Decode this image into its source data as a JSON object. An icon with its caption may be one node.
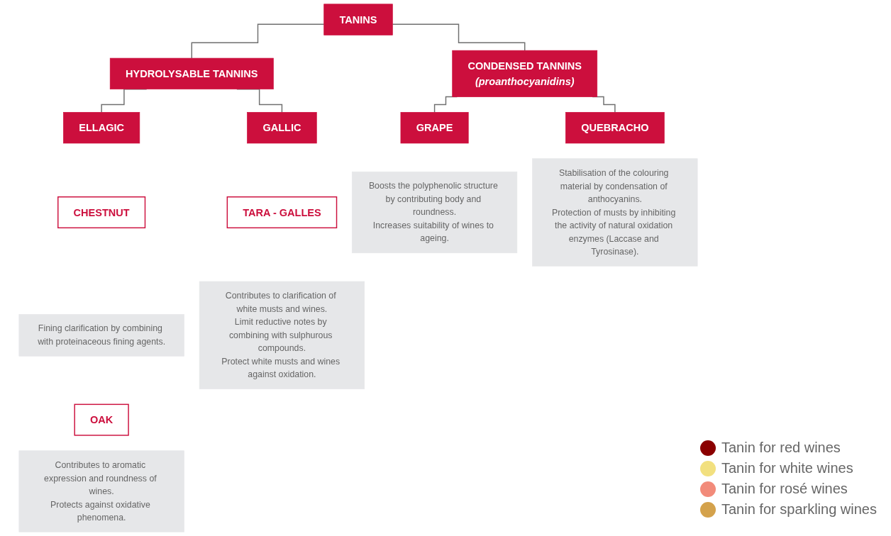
{
  "diagram": {
    "nodes": [
      {
        "text": [
          "TANINS"
        ]
      },
      {
        "text": [
          "HYDROLYSABLE TANNINS"
        ]
      },
      {
        "text": [
          "CONDENSED TANNINS",
          "(proanthocyanidins)"
        ]
      },
      {
        "text": [
          "ELLAGIC"
        ]
      },
      {
        "text": [
          "GALLIC"
        ]
      },
      {
        "text": [
          "GRAPE"
        ]
      },
      {
        "text": [
          "QUEBRACHO"
        ]
      },
      {
        "text": [
          "CHESTNUT"
        ]
      },
      {
        "text": [
          "Fining clarification by combining with proteinaceous fining agents."
        ]
      },
      {
        "text": [
          "OAK"
        ]
      },
      {
        "text": [
          "Contributes to aromatic expression and roundness of wines.",
          "Protects against oxidative phenomena."
        ]
      },
      {
        "text": [
          "TARA - GALLES"
        ]
      },
      {
        "text": [
          "Contributes to clarification of white musts and wines.",
          "Limit reductive notes by combining with sulphurous compounds.",
          "Protect white musts and wines against oxidation."
        ]
      },
      {
        "text": [
          "Boosts the polyphenolic structure by contributing body and roundness.",
          "Increases suitability of wines to ageing."
        ]
      },
      {
        "text": [
          "Stabilisation of the colouring material by condensation of anthocyanins.",
          "Protection of musts by inhibiting the activity of natural oxidation enzymes (Laccase and Tyrosinase)."
        ]
      }
    ],
    "edges": [
      {
        "from": 0,
        "to": 1,
        "arrow": "none"
      },
      {
        "from": 0,
        "to": 2,
        "arrow": "none"
      },
      {
        "from": 1,
        "to": 3,
        "arrow": "none"
      },
      {
        "from": 1,
        "to": 4,
        "arrow": "none"
      },
      {
        "from": 2,
        "to": 5,
        "arrow": "none"
      },
      {
        "from": 2,
        "to": 6,
        "arrow": "none"
      }
    ],
    "legend": [
      {
        "text": "Tanin for red wines",
        "color": "#8b0000"
      },
      {
        "text": "Tanin for white wines",
        "color": "#f2e07f"
      },
      {
        "text": "Tanin for rosé wines",
        "color": "#f28b7a"
      },
      {
        "text": "Tanin for sparkling wines",
        "color": "#d4a24c"
      }
    ]
  }
}
